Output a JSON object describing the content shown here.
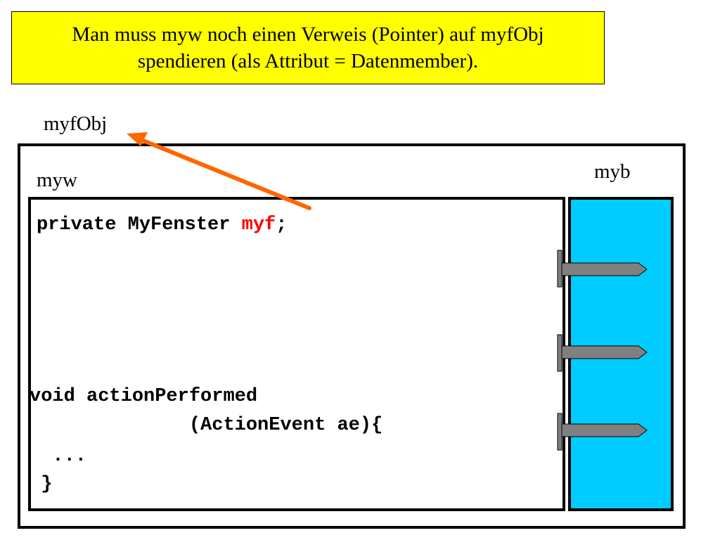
{
  "callout": {
    "line1": "Man muss myw noch einen Verweis (Pointer) auf myfObj",
    "line2": "spendieren (als Attribut = Datenmember)."
  },
  "labels": {
    "myfobj": "myfObj",
    "myw": "myw",
    "myb": "myb"
  },
  "code": {
    "line1_prefix": "private MyFenster ",
    "line1_highlight": "myf",
    "line1_suffix": ";",
    "line2": "void actionPerformed",
    "line3": "              (ActionEvent ae){",
    "line4": "  ...",
    "line5": " }"
  },
  "connectors": 3,
  "colors": {
    "callout_background": "#ffff00",
    "myb_background": "#00ccff",
    "arrow": "#ff6600",
    "highlight": "#ff0000",
    "connector": "#808080"
  },
  "icons": [
    "arrow-icon",
    "connector-icon"
  ]
}
